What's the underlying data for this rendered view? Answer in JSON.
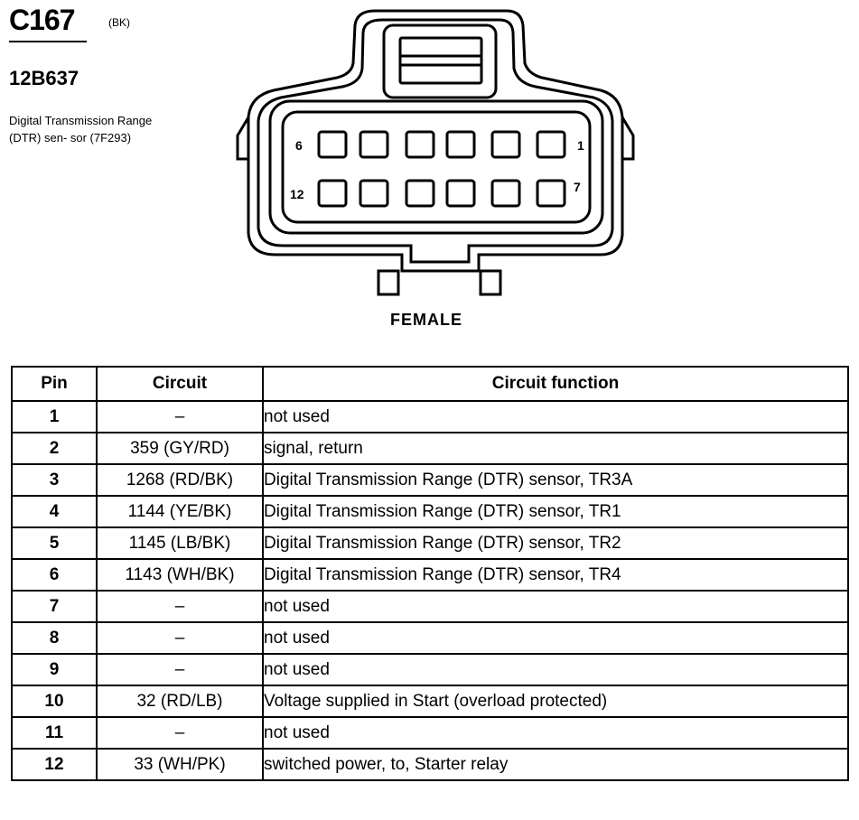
{
  "connector": {
    "id": "C167",
    "color_code": "(BK)",
    "part_number": "12B637",
    "description": "Digital Transmission Range (DTR) sen- sor (7F293)",
    "gender": "FEMALE",
    "cavity_labels": {
      "top_left": "6",
      "top_right": "1",
      "bottom_left": "12",
      "bottom_right": "7"
    }
  },
  "table": {
    "headers": {
      "pin": "Pin",
      "circuit": "Circuit",
      "function": "Circuit function"
    },
    "rows": [
      {
        "pin": "1",
        "circuit": "–",
        "function": "not used"
      },
      {
        "pin": "2",
        "circuit": "359 (GY/RD)",
        "function": "signal, return"
      },
      {
        "pin": "3",
        "circuit": "1268 (RD/BK)",
        "function": "Digital Transmission Range (DTR) sensor, TR3A"
      },
      {
        "pin": "4",
        "circuit": "1144 (YE/BK)",
        "function": "Digital Transmission Range (DTR) sensor, TR1"
      },
      {
        "pin": "5",
        "circuit": "1145 (LB/BK)",
        "function": "Digital Transmission Range (DTR) sensor, TR2"
      },
      {
        "pin": "6",
        "circuit": "1143 (WH/BK)",
        "function": "Digital Transmission Range (DTR) sensor, TR4"
      },
      {
        "pin": "7",
        "circuit": "–",
        "function": "not used"
      },
      {
        "pin": "8",
        "circuit": "–",
        "function": "not used"
      },
      {
        "pin": "9",
        "circuit": "–",
        "function": "not used"
      },
      {
        "pin": "10",
        "circuit": "32 (RD/LB)",
        "function": "Voltage supplied in Start (overload protected)"
      },
      {
        "pin": "11",
        "circuit": "–",
        "function": "not used"
      },
      {
        "pin": "12",
        "circuit": "33 (WH/PK)",
        "function": "switched power, to, Starter relay"
      }
    ]
  }
}
